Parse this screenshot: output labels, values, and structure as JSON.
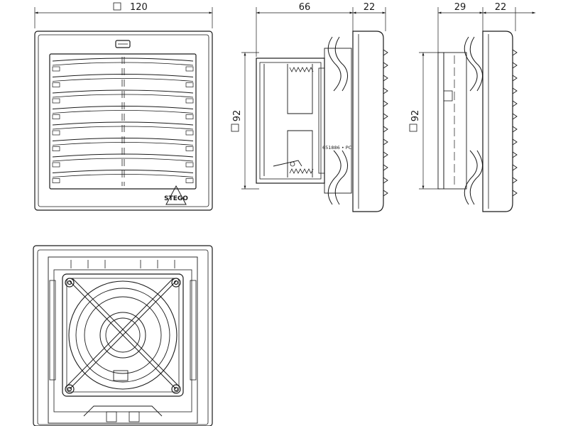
{
  "dimensions": {
    "front_width": "120",
    "side_depth": "66",
    "side_grille": "22",
    "side_height": "92",
    "right_depth": "29",
    "right_grille": "22",
    "right_height": "92"
  },
  "labels": {
    "brand": "STEGO",
    "part_code": "651886 • PC"
  },
  "colors": {
    "line": "#1a1a1a",
    "face": "#ffffff"
  }
}
